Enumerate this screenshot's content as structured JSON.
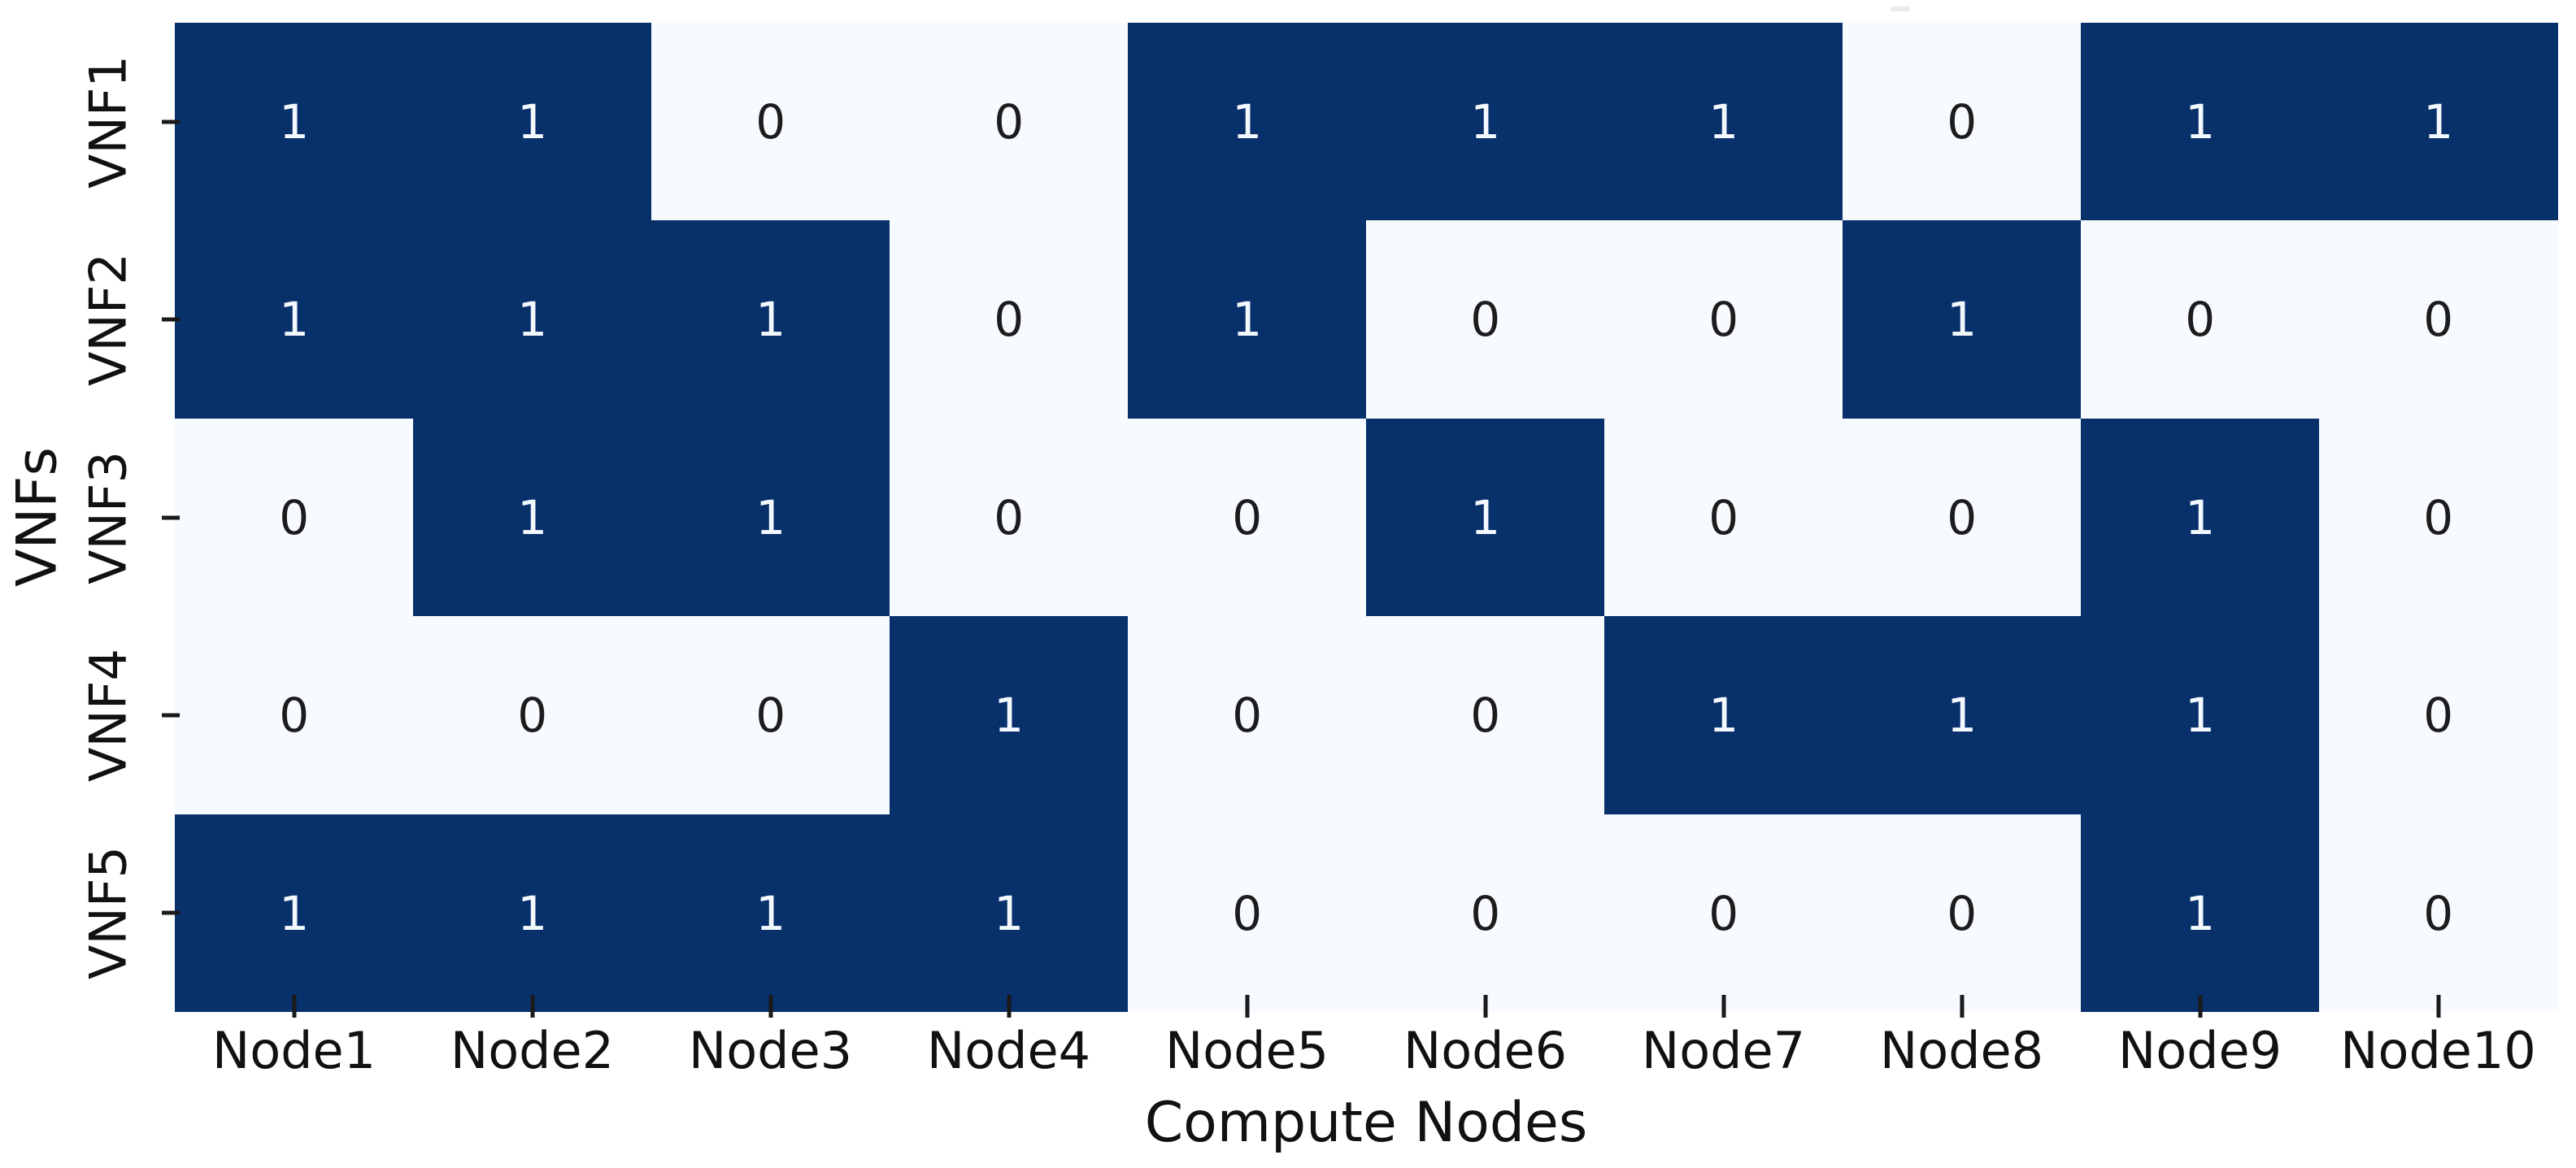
{
  "chart_data": {
    "type": "heatmap",
    "title": "",
    "xlabel": "Compute Nodes",
    "ylabel": "VNFs",
    "x_categories": [
      "Node1",
      "Node2",
      "Node3",
      "Node4",
      "Node5",
      "Node6",
      "Node7",
      "Node8",
      "Node9",
      "Node10"
    ],
    "y_categories": [
      "VNF1",
      "VNF2",
      "VNF3",
      "VNF4",
      "VNF5"
    ],
    "matrix": [
      [
        1,
        1,
        0,
        0,
        1,
        1,
        1,
        0,
        1,
        1
      ],
      [
        1,
        1,
        1,
        0,
        1,
        0,
        0,
        1,
        0,
        0
      ],
      [
        0,
        1,
        1,
        0,
        0,
        1,
        0,
        0,
        1,
        0
      ],
      [
        0,
        0,
        0,
        1,
        0,
        0,
        1,
        1,
        1,
        0
      ],
      [
        1,
        1,
        1,
        1,
        0,
        0,
        0,
        0,
        1,
        0
      ]
    ],
    "annotated": true,
    "colormap": "Blues",
    "value_range": [
      0,
      1
    ],
    "grid": false,
    "legend": "none",
    "colors": {
      "cell_high": "#08306b",
      "cell_low": "#f7fbff",
      "annot_on_high": "#f4f9fe",
      "annot_on_low": "#1c1c1c",
      "tick": "#1a1a1a",
      "label_text": "#111111"
    }
  }
}
